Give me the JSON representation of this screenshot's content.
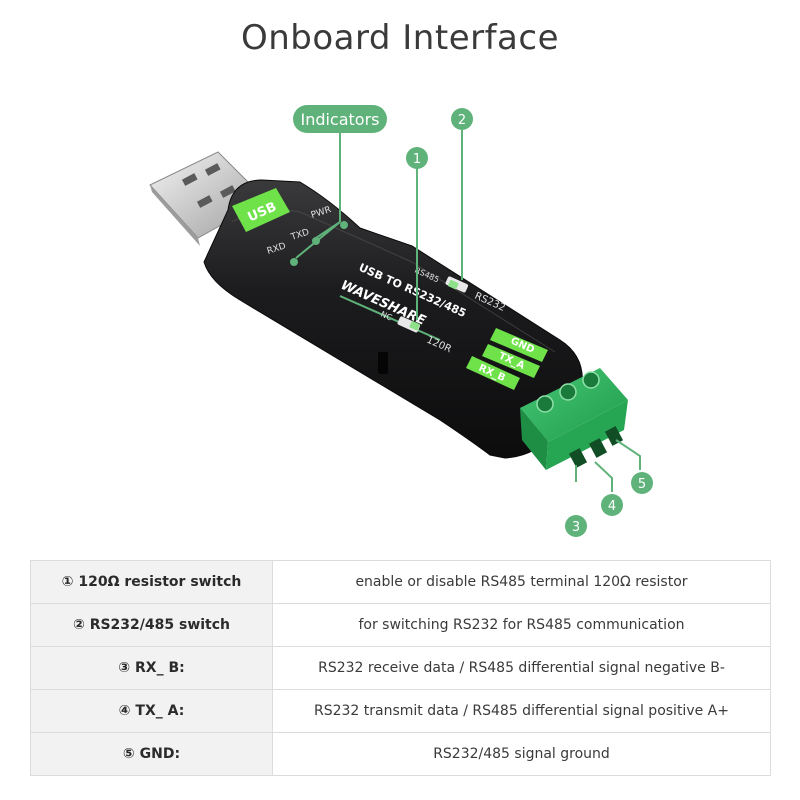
{
  "page": {
    "title": "Onboard Interface"
  },
  "device": {
    "usb_tag": "USB",
    "leds": [
      "PWR",
      "TXD",
      "RXD"
    ],
    "switch1_labels": {
      "top": "RS485",
      "bottom": "RS232"
    },
    "switch2_labels": {
      "left": "NC",
      "right": "120R"
    },
    "product_line1": "USB TO RS232/485",
    "brand": "WAVESHARE",
    "terminal_labels": [
      "GND",
      "TX_A",
      "RX_B"
    ]
  },
  "callouts": {
    "indicators": "Indicators",
    "numbers": [
      "1",
      "2",
      "3",
      "4",
      "5"
    ]
  },
  "spec_table": {
    "rows": [
      {
        "label": "① 120Ω resistor switch",
        "desc": "enable or disable RS485 terminal 120Ω resistor"
      },
      {
        "label": "② RS232/485 switch",
        "desc": "for switching RS232 for RS485 communication"
      },
      {
        "label": "③ RX_ B:",
        "desc": "RS232 receive data / RS485 differential signal negative B-"
      },
      {
        "label": "④ TX_ A:",
        "desc": "RS232 transmit data / RS485 differential signal positive A+"
      },
      {
        "label": "⑤ GND:",
        "desc": "RS232/485 signal ground"
      }
    ]
  },
  "colors": {
    "accent_green": "#5fb37a",
    "tag_green": "#6fe24a",
    "terminal_green": "#2fb562",
    "body_black": "#1c1c1e"
  }
}
